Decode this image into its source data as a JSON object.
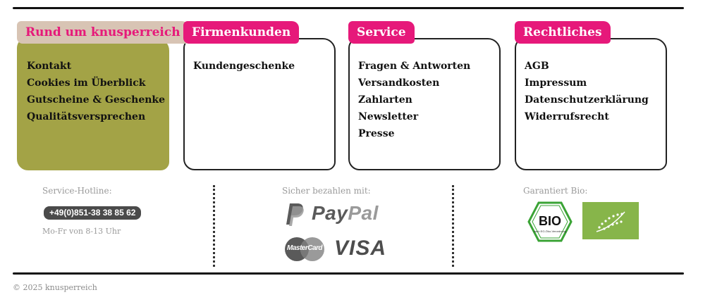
{
  "columns": [
    {
      "title": "Rund um knusperreich",
      "links": [
        "Kontakt",
        "Cookies im Überblick",
        "Gutscheine & Geschenke",
        "Qualitätsversprechen"
      ]
    },
    {
      "title": "Firmenkunden",
      "links": [
        "Kundengeschenke"
      ]
    },
    {
      "title": "Service",
      "links": [
        "Fragen & Antworten",
        "Versandkosten",
        "Zahlarten",
        "Newsletter",
        "Presse"
      ]
    },
    {
      "title": "Rechtliches",
      "links": [
        "AGB",
        "Impressum",
        "Datenschutzerklärung",
        "Widerrufsrecht"
      ]
    }
  ],
  "hotline": {
    "label": "Service-Hotline:",
    "number": "+49(0)851-38 38 85 62",
    "hours": "Mo-Fr von 8-13 Uhr"
  },
  "payment": {
    "label": "Sicher bezahlen mit:",
    "paypal_pay": "Pay",
    "paypal_pal": "Pal",
    "mastercard": "MasterCard",
    "visa": "VISA"
  },
  "bio": {
    "label": "Garantiert Bio:",
    "seal_text": "BIO",
    "seal_subtext": "nach EG-Öko-Verordnung"
  },
  "copyright": "© 2025 knusperreich",
  "colors": {
    "accent": "#e6197a",
    "olive": "#a3a346",
    "beige": "#d8c4b4",
    "eu_green": "#87b54a"
  }
}
